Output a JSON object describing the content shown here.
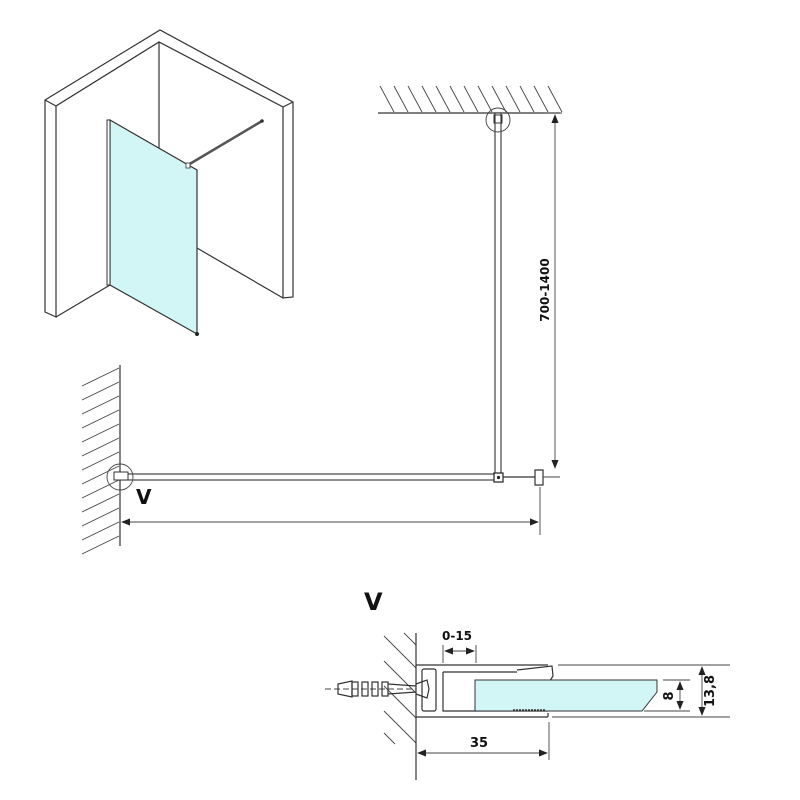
{
  "colors": {
    "glass": "#d2f6f6",
    "line": "#333333"
  },
  "plan": {
    "detail_marker": "V",
    "height_dimension": "700-1400"
  },
  "detail": {
    "title": "V",
    "adjust_range": "0-15",
    "profile_depth": "35",
    "glass_thickness": "8",
    "profile_height": "13,8"
  }
}
